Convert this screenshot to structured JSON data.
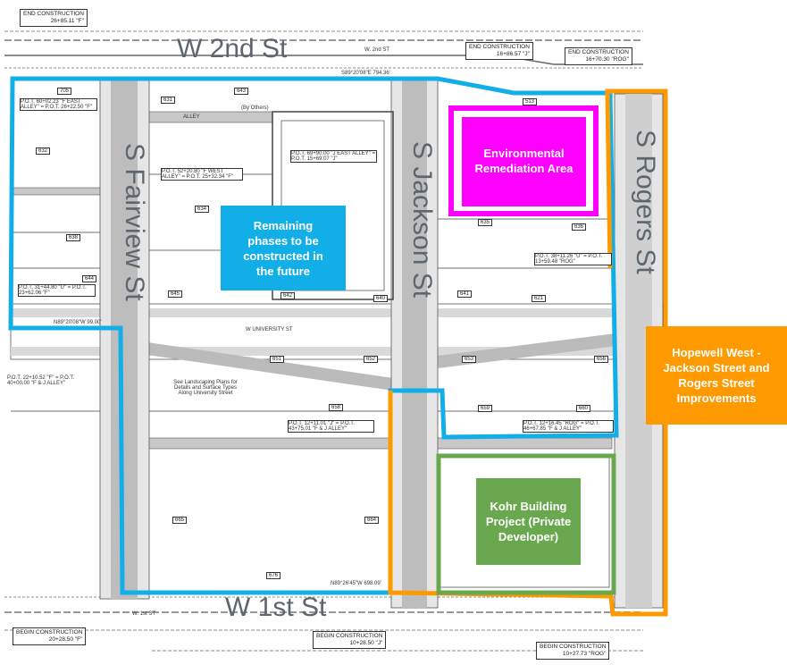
{
  "streets": {
    "w2nd": "W 2nd St",
    "w1st": "W 1st St",
    "fairview": "S Fairview St",
    "jackson": "S Jackson St",
    "rogers": "S Rogers St"
  },
  "overlays": {
    "environmental": "Environmental Remediation Area",
    "remaining": "Remaining phases to be constructed in the future",
    "hopewell": "Hopewell West - Jackson Street and Rogers Street Improvements",
    "kohr": "Kohr Building Project (Private Developer)"
  },
  "callouts": [
    {
      "l1": "END CONSTRUCTION",
      "l2": "26+85.11 \"F\""
    },
    {
      "l1": "END CONSTRUCTION",
      "l2": "16+86.57 \"J\""
    },
    {
      "l1": "END CONSTRUCTION",
      "l2": "16+70.30 \"ROG\""
    },
    {
      "l1": "BEGIN CONSTRUCTION",
      "l2": "20+28.50 \"F\""
    },
    {
      "l1": "BEGIN CONSTRUCTION",
      "l2": "10+28.50 \"J\""
    },
    {
      "l1": "BEGIN CONSTRUCTION",
      "l2": "10+27.73 \"ROG\""
    }
  ],
  "notes": {
    "w2nd_small": "W. 2nd ST",
    "w1st_small": "W. 1st ST",
    "north_bearing": "S89°20'08\"E 794.36'",
    "south_bearing": "N89°26'45\"W 698.09'",
    "west_bearing": "N89°20'08\"W 99.00'",
    "university": "W UNIVERSITY ST",
    "landscaping": "See Landscaping Plans for Details and Surface Types Along University Street",
    "pot1": "P.O.T. 60+02.23 \"F EAST ALLEY\" = P.O.T. 26+22.50 \"F\"",
    "pot2": "P.O.T. 52+20.80 \"F WEST ALLEY\" = P.O.T. 25+32.34 \"F\"",
    "pot3": "P.O.T. 69+90.00 \"J EAST ALLEY\" = P.O.T. 15+69.07 \"J\"",
    "pot4": "P.O.T. 31+44.80 \"U\" = P.O.T. 23+62.06 \"F\"",
    "pot5": "P.O.T. 38+11.26 \"U\" = P.O.T. 13+59.48 \"ROG\"",
    "pot6": "P.O.T. 12+11.01 \"J\" = P.O.T. 43+75.01 \"F & J ALLEY\"",
    "pot7": "P.O.T. 12+16.45 \"ROG\" = P.O.T. 46+67.85 \"F & J ALLEY\"",
    "pot8": "P.O.T. 22+10.52 \"F\" = P.O.T. 40+00.00 \"F & J ALLEY\"",
    "alley": "ALLEY",
    "by_others": "(By Others)"
  },
  "lots": [
    "705",
    "643",
    "631",
    "632",
    "634",
    "638",
    "644",
    "645",
    "642",
    "640",
    "641",
    "635",
    "636",
    "621",
    "653",
    "652",
    "651",
    "656",
    "659",
    "660",
    "658",
    "665",
    "664",
    "676",
    "513"
  ],
  "colors": {
    "blue": "#12aee8",
    "magenta": "#ff00ff",
    "orange": "#ff9900",
    "green": "#6aa84f",
    "road": "#c8c8c8"
  }
}
